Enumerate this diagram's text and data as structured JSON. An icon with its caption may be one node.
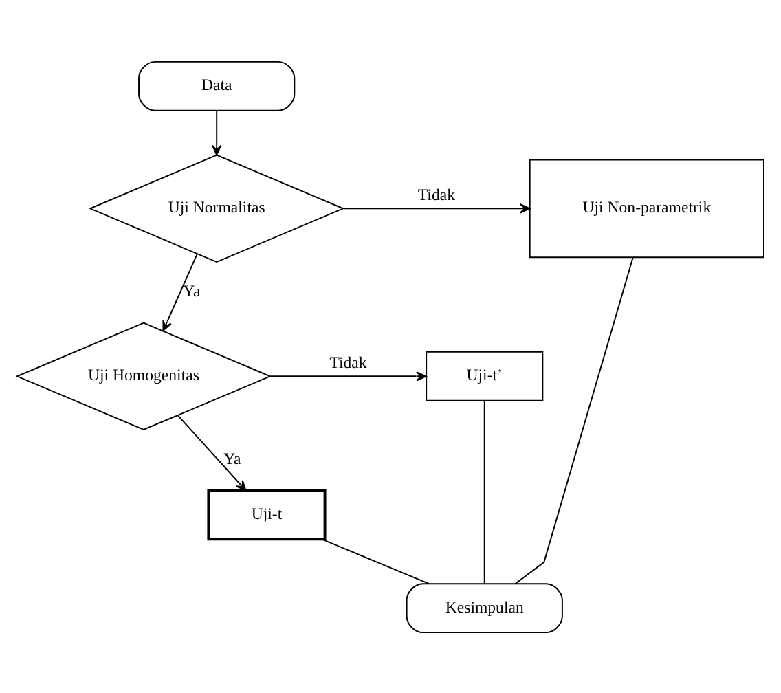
{
  "diagram": {
    "nodes": [
      {
        "text": [
          "Data"
        ]
      },
      {
        "text": [
          "Uji Normalitas"
        ]
      },
      {
        "text": [
          "Uji Non-parametrik"
        ]
      },
      {
        "text": [
          "Uji Homogenitas"
        ]
      },
      {
        "text": [
          "Uji-t’"
        ]
      },
      {
        "text": [
          "Uji-t"
        ]
      },
      {
        "text": [
          "Kesimpulan"
        ]
      }
    ],
    "edges": [
      {
        "from": 0,
        "to": 1,
        "arrow": "to"
      },
      {
        "from": 1,
        "to": 2,
        "arrow": "to",
        "label": "Tidak"
      },
      {
        "from": 1,
        "to": 3,
        "arrow": "to",
        "label": "Ya"
      },
      {
        "from": 3,
        "to": 4,
        "arrow": "to",
        "label": "Tidak"
      },
      {
        "from": 3,
        "to": 5,
        "arrow": "to",
        "label": "Ya"
      },
      {
        "from": 5,
        "to": 6,
        "arrow": "none"
      },
      {
        "from": 4,
        "to": 6,
        "arrow": "none"
      },
      {
        "from": 2,
        "to": 6,
        "arrow": "none"
      }
    ]
  }
}
